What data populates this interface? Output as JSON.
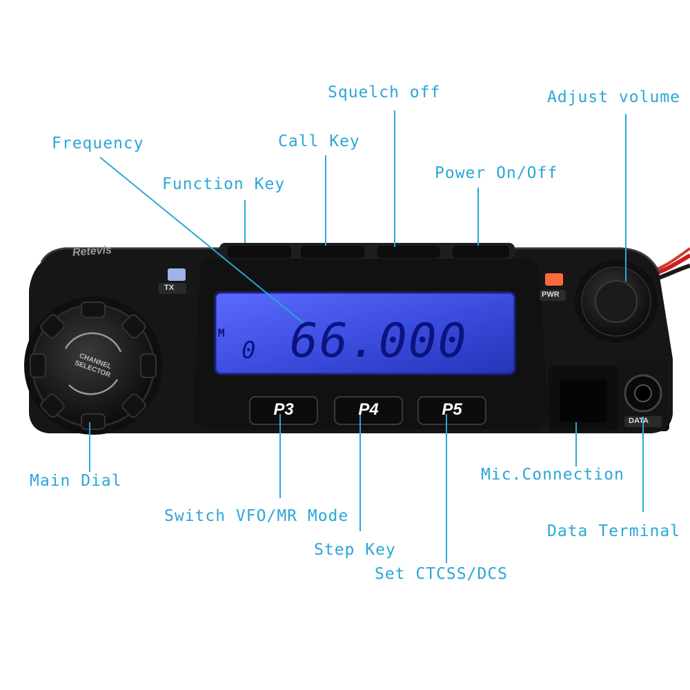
{
  "callouts": {
    "squelch": "Squelch off",
    "adjust_volume": "Adjust volume",
    "frequency": "Frequency",
    "call_key": "Call Key",
    "power": "Power On/Off",
    "function_key": "Function Key",
    "main_dial": "Main Dial",
    "mic": "Mic.Connection",
    "switch_vfo": "Switch VFO/MR Mode",
    "data_terminal": "Data Terminal",
    "step_key": "Step Key",
    "ctcss": "Set CTCSS/DCS"
  },
  "radio": {
    "brand": "Retevis",
    "tx_label": "TX",
    "pwr_label": "PWR",
    "data_label": "DATA",
    "dial_text": "CHANNEL SELECTOR",
    "lcd_m": "M",
    "lcd_channel": "0",
    "lcd_frequency": "66.000",
    "buttons": [
      "P3",
      "P4",
      "P5"
    ]
  },
  "colors": {
    "callout": "#2aa7d6",
    "lcd": "#3d4ee0",
    "body": "#151515"
  }
}
